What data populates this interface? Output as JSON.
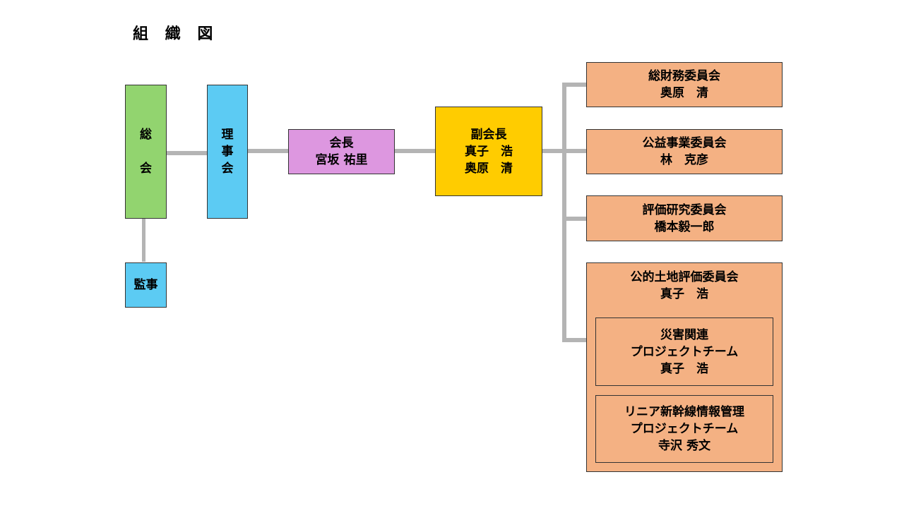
{
  "title": "組 織 図",
  "nodes": {
    "soukai": {
      "chars": [
        "総",
        "会"
      ]
    },
    "rijikai": {
      "chars": [
        "理",
        "事",
        "会"
      ]
    },
    "kanji": {
      "label": "監事"
    },
    "kaichou": {
      "role": "会長",
      "name": "宮坂 祐里"
    },
    "fukukaichou": {
      "role": "副会長",
      "names": [
        "真子　浩",
        "奥原　清"
      ]
    },
    "committees": [
      {
        "name": "総財務委員会",
        "chair": "奥原　清"
      },
      {
        "name": "公益事業委員会",
        "chair": "林　克彦"
      },
      {
        "name": "評価研究委員会",
        "chair": "橋本毅一郎"
      },
      {
        "name": "公的土地評価委員会",
        "chair": "真子　浩",
        "teams": [
          {
            "name": "災害関連",
            "type": "プロジェクトチーム",
            "lead": "真子　浩"
          },
          {
            "name": "リニア新幹線情報管理",
            "type": "プロジェクトチーム",
            "lead": "寺沢 秀文"
          }
        ]
      }
    ]
  },
  "colors": {
    "soukai": "#92d46f",
    "rijikai": "#5ccbf3",
    "kanji": "#5ccbf3",
    "kaichou": "#dd97e0",
    "fukukaichou": "#ffcc00",
    "committee": "#f4b183",
    "connector": "#b4b4b4"
  }
}
